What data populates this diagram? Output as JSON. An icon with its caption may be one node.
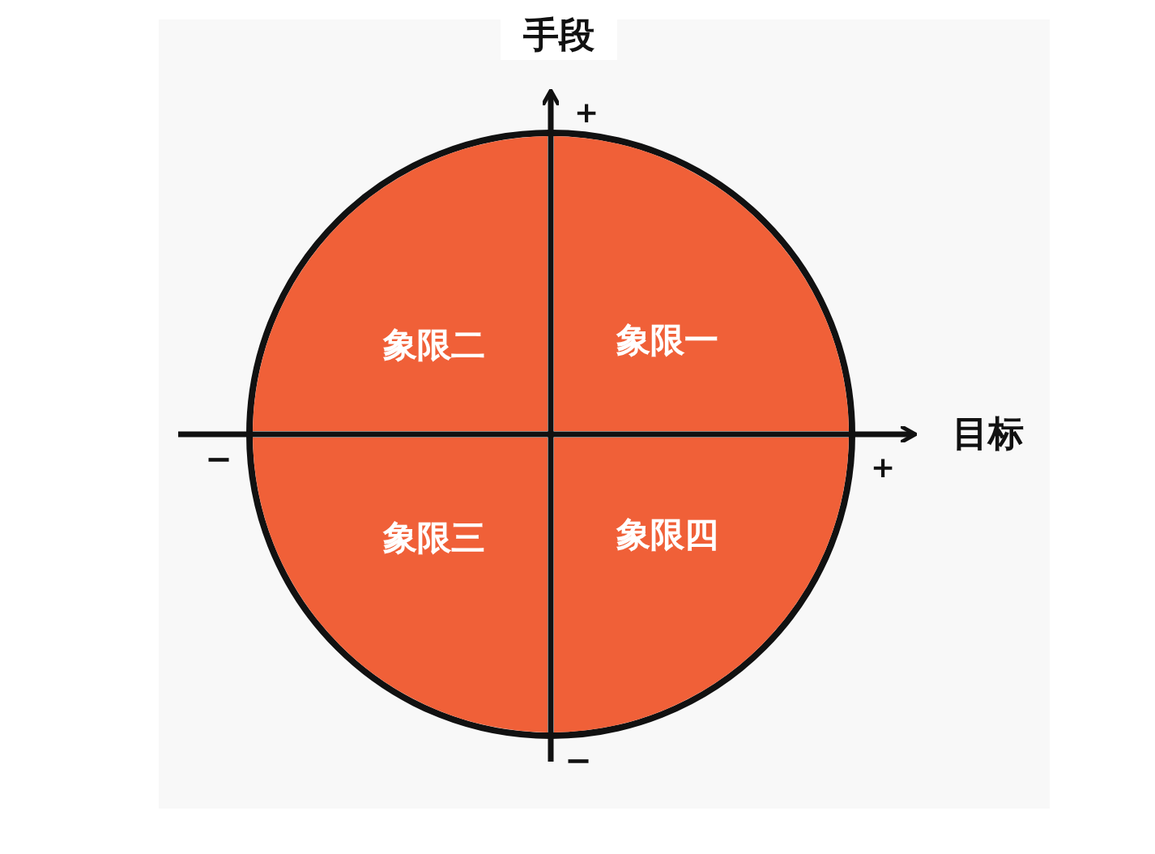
{
  "diagram": {
    "nodes": [
      {
        "text": [
          "象限二"
        ]
      },
      {
        "text": [
          "象限一"
        ]
      },
      {
        "text": [
          "象限三"
        ]
      },
      {
        "text": [
          "象限四"
        ]
      }
    ],
    "edges": [],
    "labels": [
      "手段",
      "+",
      "目标",
      "−",
      "+",
      "−"
    ]
  }
}
